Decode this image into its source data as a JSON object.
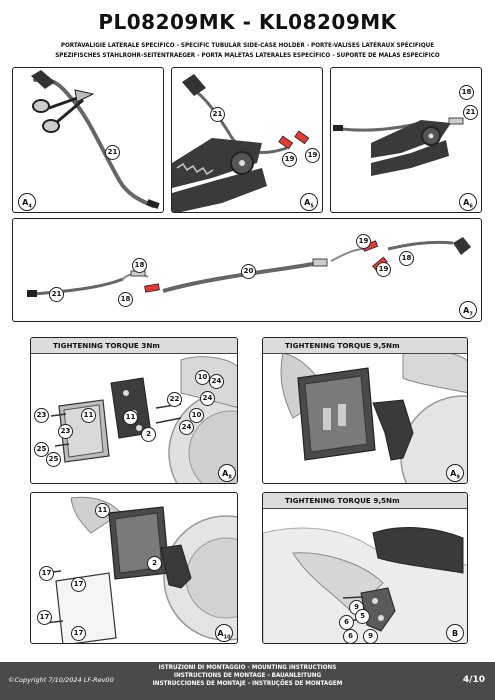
{
  "header": {
    "title": "PL08209MK - KL08209MK",
    "subtitle_line1": "PORTAVALIGIE LATERALE SPECIFICO  -  SPECIFIC TUBULAR SIDE-CASE HOLDER  -  PORTE-VALISES LATÉRAUX SPÉCIFIQUE",
    "subtitle_line2": "SPEZIFISCHES STAHLROHR-SEITENTRAEGER  -  PORTA MALETAS LATERALES ESPECÍFICO  -  SUPORTE DE MALAS ESPECÍFICO"
  },
  "panels": {
    "a4": {
      "step": "A",
      "step_sub": "4",
      "parts": [
        "21"
      ]
    },
    "a5": {
      "step": "A",
      "step_sub": "5",
      "parts": [
        "21",
        "19",
        "19"
      ]
    },
    "a6": {
      "step": "A",
      "step_sub": "6",
      "parts": [
        "18",
        "21"
      ]
    },
    "a7": {
      "step": "A",
      "step_sub": "7",
      "parts": [
        "18",
        "21",
        "18",
        "20",
        "19",
        "19",
        "18"
      ]
    },
    "a8": {
      "step": "A",
      "step_sub": "8",
      "torque": "TIGHTENING TORQUE 3Nm",
      "parts": [
        "10",
        "24",
        "22",
        "11",
        "11",
        "24",
        "10",
        "23",
        "2",
        "23",
        "25",
        "25",
        "24"
      ]
    },
    "a9": {
      "step": "A",
      "step_sub": "9",
      "torque": "TIGHTENING TORQUE 9,5Nm",
      "parts": []
    },
    "a10": {
      "step": "A",
      "step_sub": "10",
      "parts": [
        "11",
        "2",
        "17",
        "17",
        "17",
        "17"
      ]
    },
    "b": {
      "step": "B",
      "torque": "TIGHTENING TORQUE 9,5Nm",
      "parts": [
        "9",
        "5",
        "6",
        "6",
        "9"
      ]
    }
  },
  "footer": {
    "copyright": "©Copyright 7/10/2024 LF-Rev00",
    "line1": "ISTRUZIONI DI MONTAGGIO  -  MOUNTING INSTRUCTIONS",
    "line2": "INSTRUCTIONS DE MONTAGE  -  BAUANLEITUNG",
    "line3": "INSTRUCCIONES DE MONTAJE  -  INSTRUÇÕES DE MONTAGEM",
    "page": "4/10"
  }
}
